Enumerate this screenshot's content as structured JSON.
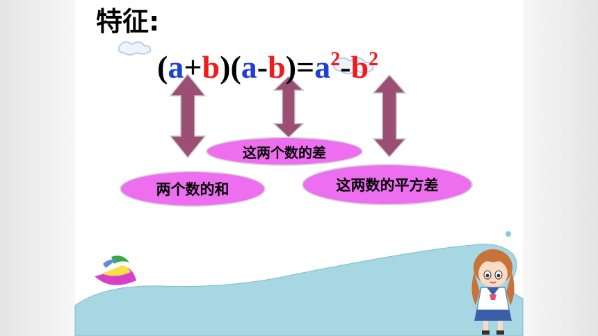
{
  "title": "特征:",
  "formula": {
    "open1": "(",
    "a1": "a",
    "plus": "+",
    "b1": "b",
    "close_open": ")(",
    "a2": "a",
    "minus1": "-",
    "b2": "b",
    "close_eq": ")=",
    "a3": "a",
    "exp1": "2",
    "minus2": "-",
    "b3": "b",
    "exp2": "2"
  },
  "labels": {
    "sum": "两个数的和",
    "difference": "这两个数的差",
    "square_difference": "这两数的平方差"
  },
  "colors": {
    "a": "#1f3fd6",
    "b": "#ee1c1c",
    "arrow": "#9b4f74",
    "bubble": "#ee6ef0",
    "water": "#a7d7e3"
  }
}
